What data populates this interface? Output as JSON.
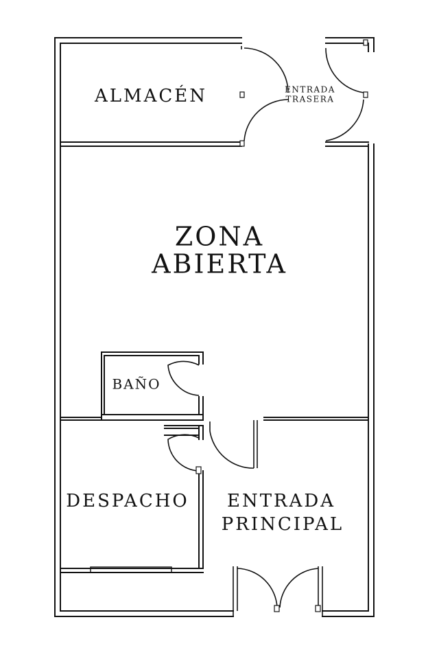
{
  "rooms": {
    "storage": "ALMACÉN",
    "back_entrance": [
      "ENTRADA",
      "TRASERA"
    ],
    "open_area": [
      "ZONA",
      "ABIERTA"
    ],
    "bathroom": "BAÑO",
    "office": "DESPACHO",
    "main_entrance": [
      "ENTRADA",
      "PRINCIPAL"
    ]
  }
}
